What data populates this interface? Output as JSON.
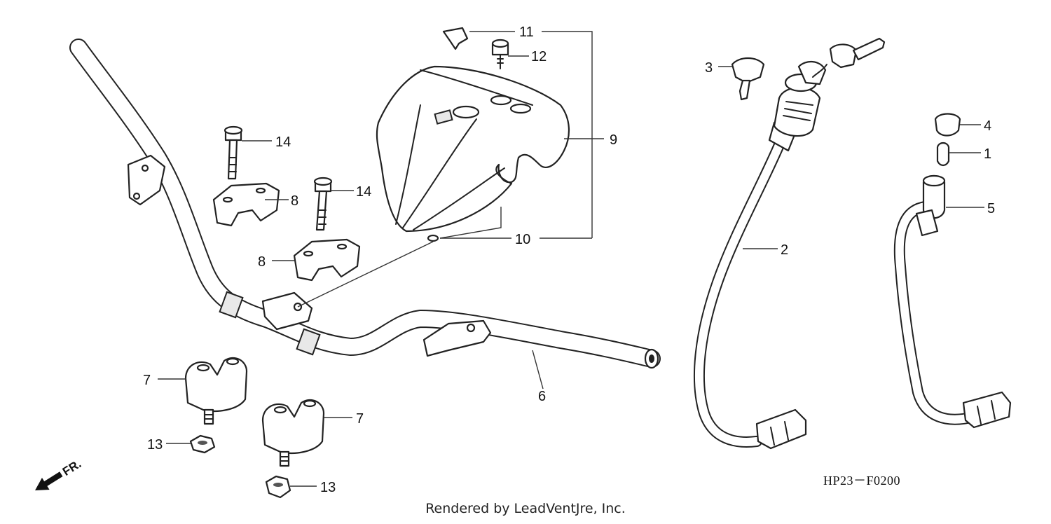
{
  "diagram": {
    "code": "HP23－F0200",
    "credit": "Rendered by LeadVentJre, Inc.",
    "direction": "FR.",
    "callouts": {
      "c1": "1",
      "c2": "2",
      "c3": "3",
      "c4": "4",
      "c5": "5",
      "c6": "6",
      "c7a": "7",
      "c7b": "7",
      "c8a": "8",
      "c8b": "8",
      "c9": "9",
      "c10": "10",
      "c11": "11",
      "c12": "12",
      "c13a": "13",
      "c13b": "13",
      "c14a": "14",
      "c14b": "14"
    }
  }
}
